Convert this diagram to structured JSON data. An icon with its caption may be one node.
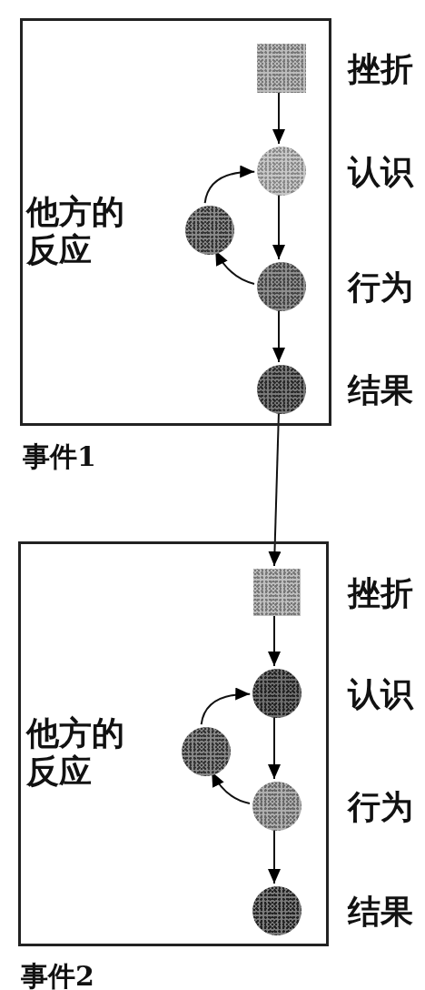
{
  "diagram": {
    "nodes": [
      {
        "text": [
          "事件1"
        ]
      },
      {
        "text": [],
        "shape": "box",
        "in": 0,
        "beside": [
          "挫折"
        ]
      },
      {
        "text": [],
        "shape": "circle",
        "in": 0,
        "beside": [
          "认识"
        ]
      },
      {
        "text": [],
        "shape": "circle",
        "in": 0,
        "beside": [
          "他方的反应"
        ]
      },
      {
        "text": [],
        "shape": "circle",
        "in": 0,
        "beside": [
          "行为"
        ]
      },
      {
        "text": [],
        "shape": "circle",
        "in": 0,
        "beside": [
          "结果"
        ]
      },
      {
        "text": [
          "事件2"
        ]
      },
      {
        "text": [],
        "shape": "box",
        "in": 6,
        "beside": [
          "挫折"
        ]
      },
      {
        "text": [],
        "shape": "circle",
        "in": 6,
        "beside": [
          "认识"
        ]
      },
      {
        "text": [],
        "shape": "circle",
        "in": 6,
        "beside": [
          "他方的反应"
        ]
      },
      {
        "text": [],
        "shape": "circle",
        "in": 6,
        "beside": [
          "行为"
        ]
      },
      {
        "text": [],
        "shape": "circle",
        "in": 6,
        "beside": [
          "结果"
        ]
      }
    ],
    "edges": [
      {
        "from": 1,
        "to": 2,
        "arrow": "to"
      },
      {
        "from": 2,
        "to": 4,
        "arrow": "to"
      },
      {
        "from": 4,
        "to": 3,
        "arrow": "to"
      },
      {
        "from": 3,
        "to": 2,
        "arrow": "to"
      },
      {
        "from": 4,
        "to": 5,
        "arrow": "to"
      },
      {
        "from": 5,
        "to": 7,
        "arrow": "to"
      },
      {
        "from": 7,
        "to": 8,
        "arrow": "to"
      },
      {
        "from": 8,
        "to": 10,
        "arrow": "to"
      },
      {
        "from": 10,
        "to": 9,
        "arrow": "to"
      },
      {
        "from": 9,
        "to": 8,
        "arrow": "to"
      },
      {
        "from": 10,
        "to": 11,
        "arrow": "to"
      }
    ]
  }
}
